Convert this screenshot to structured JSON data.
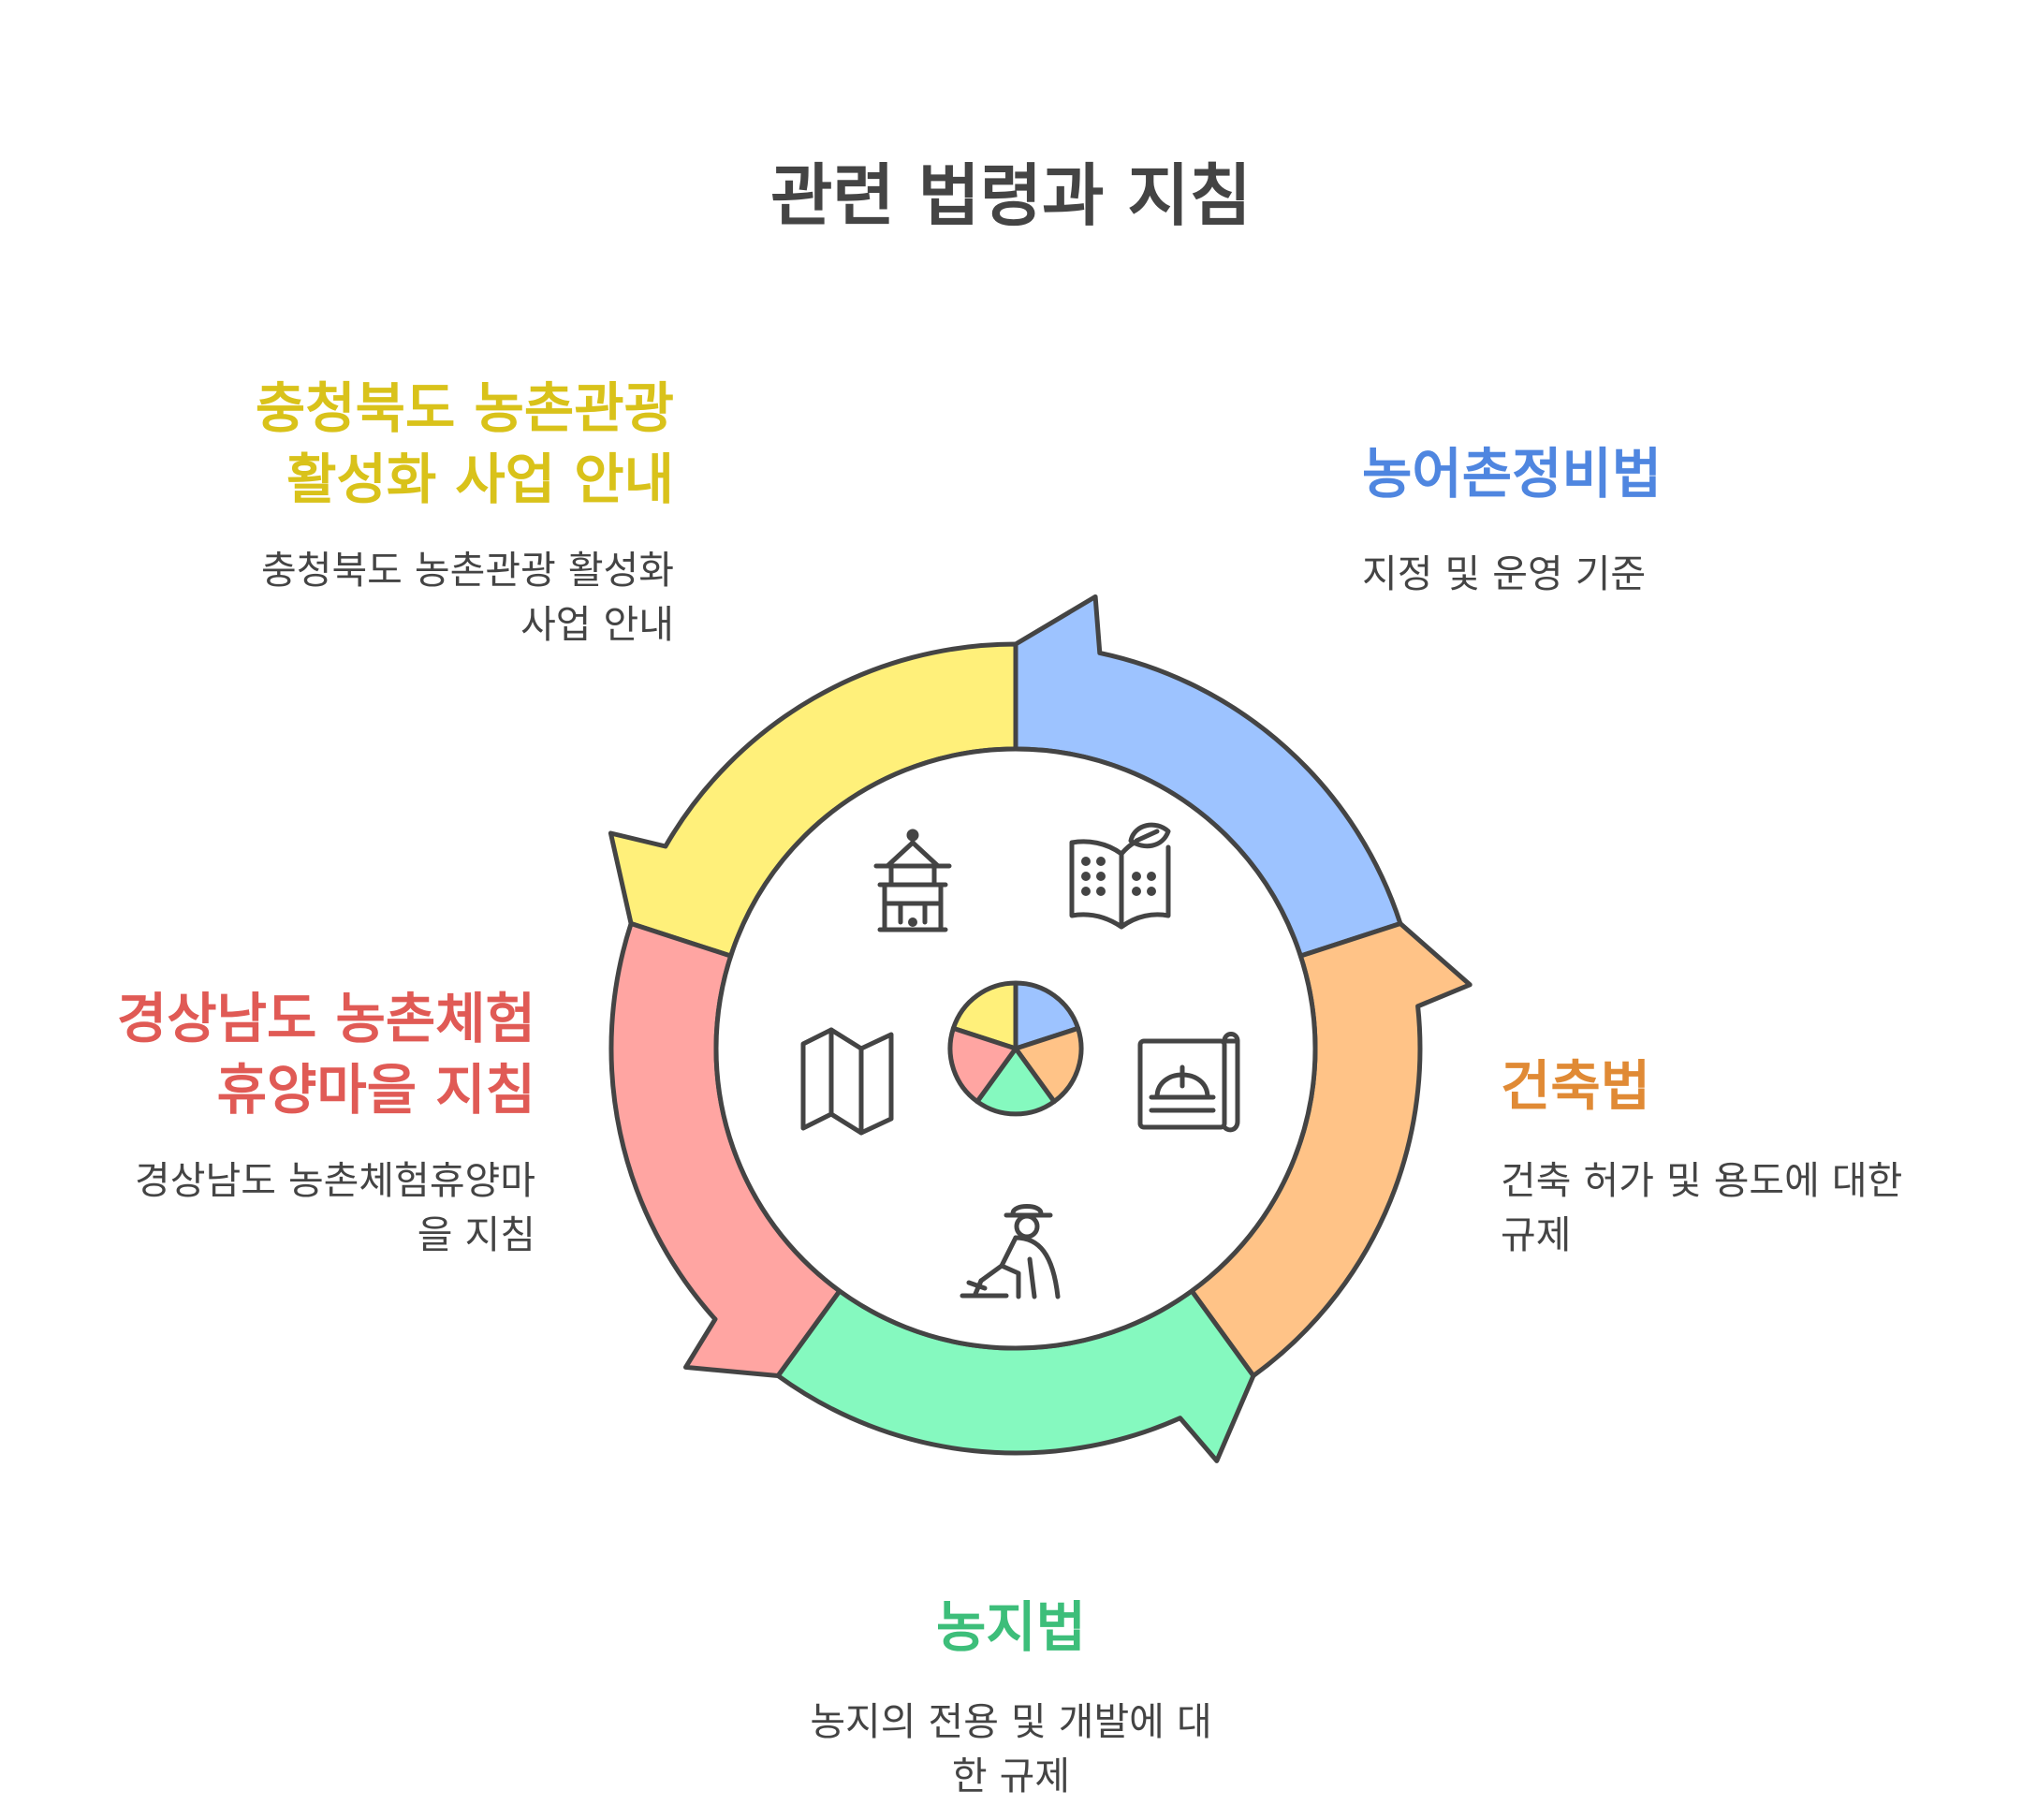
{
  "title": "관련 법령과 지침",
  "colors": {
    "yellow_fill": "#FFF07A",
    "yellow_text": "#D9C21A",
    "blue_fill": "#9DC3FF",
    "blue_text": "#4F86E0",
    "orange_fill": "#FFC387",
    "orange_text": "#E08A35",
    "green_fill": "#85F9BF",
    "green_text": "#3DBE7A",
    "red_fill": "#FFA5A2",
    "red_text": "#E05A55",
    "outline": "#444444"
  },
  "segments": [
    {
      "key": "yellow",
      "heading_lines": [
        "충청북도 농촌관광",
        "활성화 사업 안내"
      ],
      "desc_lines": [
        "충청북도 농촌관광 활성화",
        "사업 안내"
      ],
      "icon": "pavilion-icon"
    },
    {
      "key": "blue",
      "heading_lines": [
        "농어촌정비법"
      ],
      "desc_lines": [
        "지정 및 운영 기준"
      ],
      "icon": "open-book-leaf-icon"
    },
    {
      "key": "orange",
      "heading_lines": [
        "건축법"
      ],
      "desc_lines": [
        "건축 허가 및 용도에 대한",
        "규제"
      ],
      "icon": "blueprint-hardhat-icon"
    },
    {
      "key": "green",
      "heading_lines": [
        "농지법"
      ],
      "desc_lines": [
        "농지의 전용 및 개발에 대",
        "한 규제"
      ],
      "icon": "farmer-icon"
    },
    {
      "key": "red",
      "heading_lines": [
        "경상남도 농촌체험",
        "휴양마을 지침"
      ],
      "desc_lines": [
        "경상남도 농촌체험휴양마",
        "을 지침"
      ],
      "icon": "folded-map-icon"
    }
  ],
  "center_icon": "pie-chart-icon"
}
